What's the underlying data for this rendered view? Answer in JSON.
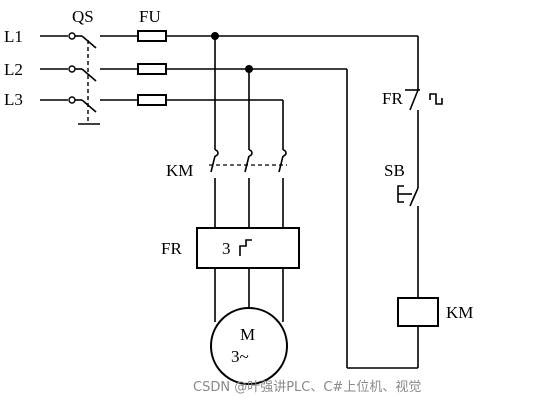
{
  "labels": {
    "qs": "QS",
    "fu": "FU",
    "l1": "L1",
    "l2": "L2",
    "l3": "L3",
    "fr_contact": "FR",
    "sb": "SB",
    "km_main": "KM",
    "fr_relay": "FR",
    "fr_relay_phase": "3",
    "km_coil": "KM",
    "motor_name": "M",
    "motor_spec": "3~"
  },
  "watermark": "CSDN @叶强讲PLC、C#上位机、视觉"
}
